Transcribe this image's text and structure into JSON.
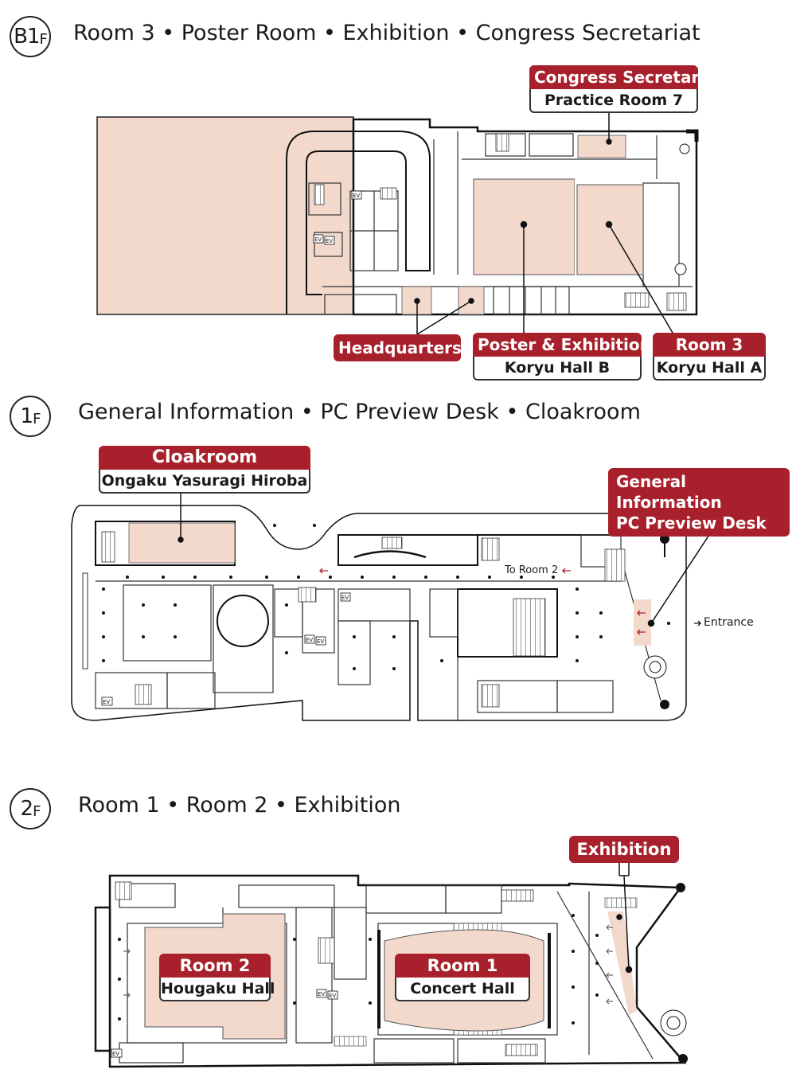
{
  "floors": {
    "b1f": {
      "badge_main": "B1",
      "badge_suffix": "F",
      "title": "Room 3 • Poster Room • Exhibition • Congress Secretariat",
      "labels": {
        "secretariat": {
          "head": "Congress Secretariat",
          "sub": "Practice Room 7"
        },
        "headquarters": {
          "head": "Headquarters"
        },
        "poster": {
          "head": "Poster & Exhibition",
          "sub": "Koryu Hall B"
        },
        "room3": {
          "head": "Room 3",
          "sub": "Koryu Hall A"
        }
      }
    },
    "f1": {
      "badge_main": "1",
      "badge_suffix": "F",
      "title": "General Information • PC Preview Desk • Cloakroom",
      "labels": {
        "cloakroom": {
          "head": "Cloakroom",
          "sub": "Ongaku Yasuragi Hiroba"
        },
        "info_line1": "General Information",
        "info_line2": "PC Preview Desk"
      },
      "to_room": "To Room 2",
      "entrance": "Entrance"
    },
    "f2": {
      "badge_main": "2",
      "badge_suffix": "F",
      "title": "Room 1 • Room 2 • Exhibition",
      "labels": {
        "exhibition": {
          "head": "Exhibition"
        },
        "room2": {
          "head": "Room 2",
          "sub": "Hougaku Hall"
        },
        "room1": {
          "head": "Room 1",
          "sub": "Concert Hall"
        }
      }
    }
  },
  "map_icons": {
    "elevator": "EV"
  },
  "colors": {
    "accent": "#a8202b",
    "highlight": "#f2d9cc",
    "wall": "#1a1a1a"
  }
}
